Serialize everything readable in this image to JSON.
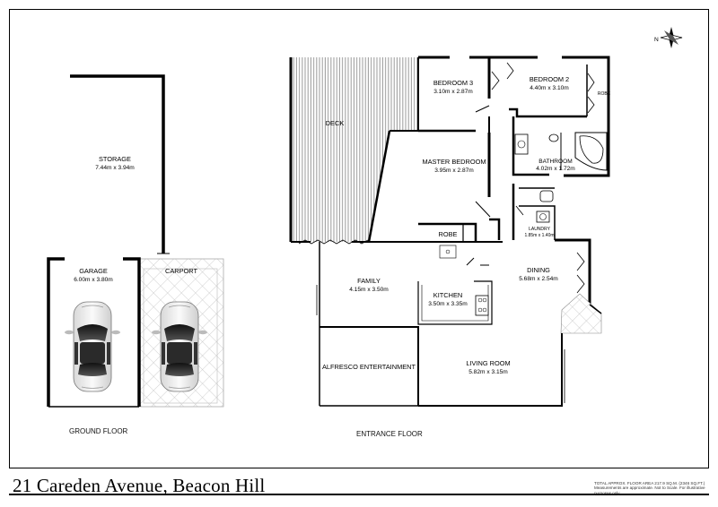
{
  "address": "21 Careden Avenue, Beacon Hill",
  "area_note": "TOTAL APPROX. FLOOR AREA 217.9 SQ.M. (2346 SQ.FT.)",
  "disclaimer": "Measurements are approximate. Not to Scale. For illustrative purposes only.",
  "floors": {
    "ground": "GROUND FLOOR",
    "entrance": "ENTRANCE FLOOR"
  },
  "rooms": {
    "storage": {
      "name": "STORAGE",
      "dims": "7.44m x 3.94m"
    },
    "garage": {
      "name": "GARAGE",
      "dims": "6.00m x 3.80m"
    },
    "carport": {
      "name": "CARPORT"
    },
    "deck": {
      "name": "DECK"
    },
    "bedroom3": {
      "name": "BEDROOM 3",
      "dims": "3.10m x 2.87m"
    },
    "bedroom2": {
      "name": "BEDROOM 2",
      "dims": "4.40m x 3.10m"
    },
    "robe_bed2": {
      "name": "ROBE"
    },
    "master": {
      "name": "MASTER BEDROOM",
      "dims": "3.95m x 2.87m"
    },
    "robe": {
      "name": "ROBE"
    },
    "bathroom": {
      "name": "BATHROOM",
      "dims": "4.02m x 1.72m"
    },
    "laundry": {
      "name": "LAUNDRY",
      "dims": "1.85m x 1.40m"
    },
    "family": {
      "name": "FAMILY",
      "dims": "4.15m x 3.50m"
    },
    "kitchen": {
      "name": "KITCHEN",
      "dims": "3.50m x 3.35m"
    },
    "dining": {
      "name": "DINING",
      "dims": "5.68m x 2.54m"
    },
    "alfresco": {
      "name": "ALFRESCO ENTERTAINMENT"
    },
    "living": {
      "name": "LIVING ROOM",
      "dims": "5.82m x 3.15m"
    }
  },
  "compass": {
    "north": "N"
  }
}
